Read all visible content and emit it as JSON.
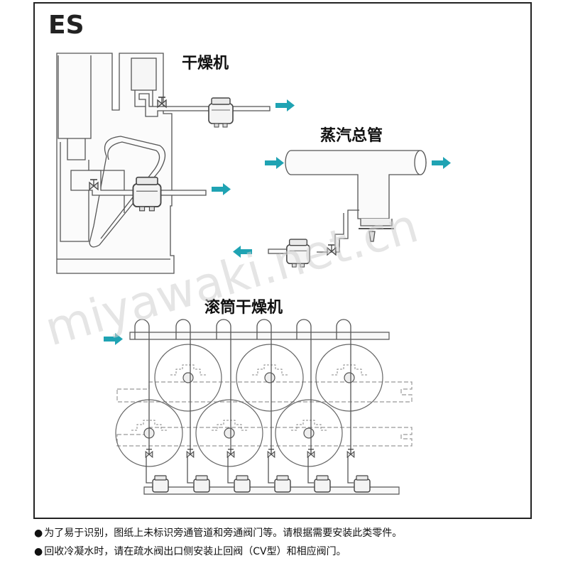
{
  "model_label": "ES",
  "labels": {
    "dryer": "干燥机",
    "steam_main": "蒸汽总管",
    "drum_dryer": "滚筒干燥机"
  },
  "watermark": "miyawaki.net.cn",
  "notes": [
    "为了易于识别，图纸上未标识旁通管道和旁通阀门等。请根据需要安装此类零件。",
    "回收冷凝水时，请在疏水阀出口侧安装止回阀（CV型）和相应阀门。"
  ],
  "bullet": "●",
  "colors": {
    "arrow": "#1fa3b3",
    "line": "#555555",
    "ink": "#111111"
  }
}
